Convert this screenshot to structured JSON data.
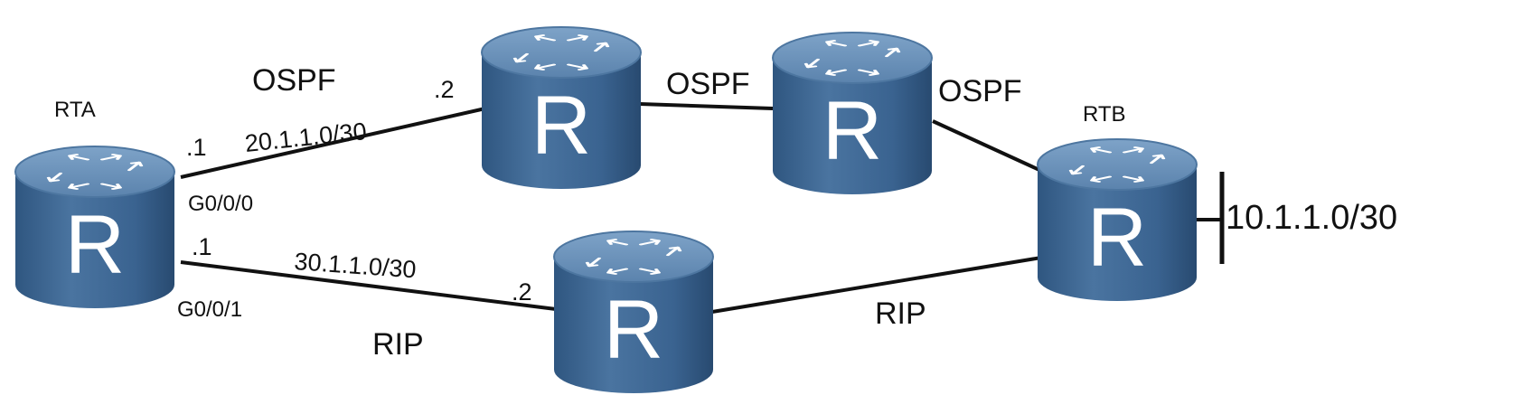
{
  "diagram": {
    "routers": {
      "rta_name": "RTA",
      "rtb_name": "RTB",
      "icon_letter": "R"
    },
    "protocols": {
      "ospf_top_left": "OSPF",
      "ospf_middle": "OSPF",
      "ospf_right": "OSPF",
      "rip_bottom_left": "RIP",
      "rip_bottom_right": "RIP"
    },
    "networks": {
      "ospf_subnet": "20.1.1.0/30",
      "rip_subnet": "30.1.1.0/30",
      "rtb_lan": "10.1.1.0/30"
    },
    "interfaces": {
      "rta_g000": "G0/0/0",
      "rta_g001": "G0/0/1",
      "rta_ospf_host": ".1",
      "rta_rip_host": ".1",
      "ospf_peer_host": ".2",
      "rip_peer_host": ".2"
    }
  },
  "colors": {
    "router_top": "#6a8fb5",
    "router_body": "#3d6691",
    "router_shade": "#2b4d72",
    "line": "#111111"
  }
}
